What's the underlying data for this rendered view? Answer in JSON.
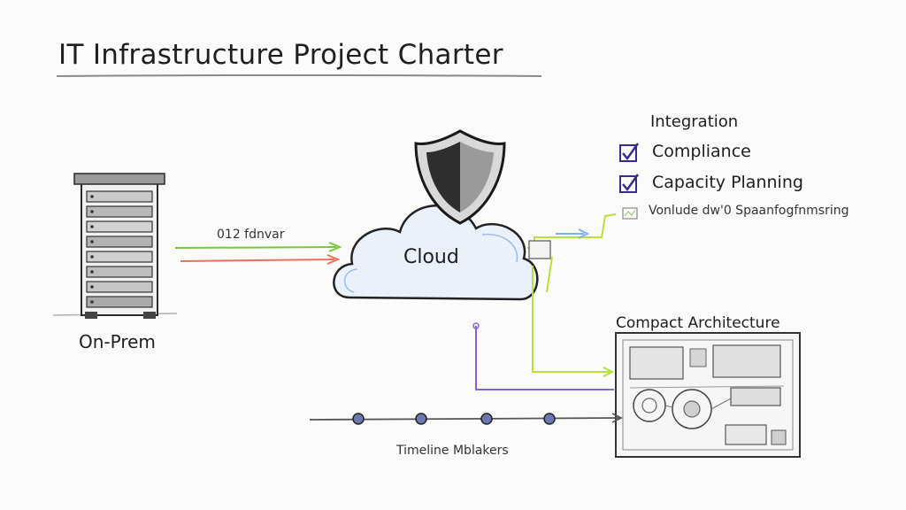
{
  "title": "IT Infrastructure Project Charter",
  "nodes": {
    "on_prem": "On-Prem",
    "cloud": "Cloud",
    "compact_architecture": "Compact Architecture"
  },
  "flow_label": "012 fdnvar",
  "timeline": {
    "label": "Timeline Mblakers",
    "milestone_count": 4
  },
  "checklist": {
    "heading": "Integration",
    "items": [
      {
        "label": "Compliance",
        "checked": true
      },
      {
        "label": "Capacity Planning",
        "checked": true
      },
      {
        "label": "Vonlude dw'0 Spaanfogfnmsring",
        "checked": false
      }
    ]
  },
  "colors": {
    "green": "#79c83a",
    "red": "#e8735f",
    "purple": "#8a63d2",
    "lime": "#b5e13a",
    "blue": "#7fb3e8",
    "check": "#3a2a8a",
    "milestone": "#6a7ab0"
  }
}
